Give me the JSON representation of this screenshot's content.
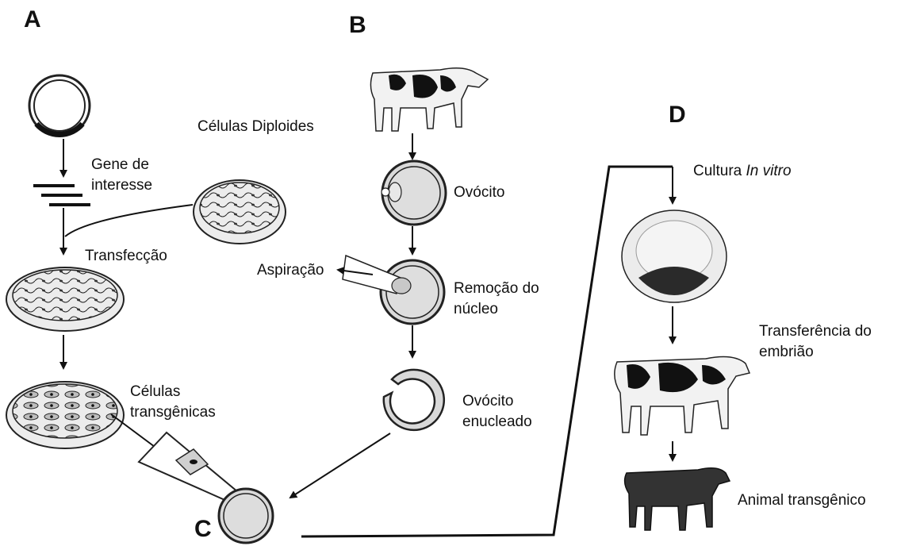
{
  "panels": {
    "a": "A",
    "b": "B",
    "c": "C",
    "d": "D"
  },
  "labels": {
    "celulas_diploides": "Células Diploides",
    "gene_de": "Gene de",
    "interesse": "interesse",
    "transfeccao": "Transfecção",
    "celulas": "Células",
    "transgenicas": "transgênicas",
    "ovocito": "Ovócito",
    "aspiracao": "Aspiração",
    "remocao_do": "Remoção do",
    "nucleo": "núcleo",
    "ovocito2": "Ovócito",
    "enucleado": "enucleado",
    "cultura": "Cultura ",
    "in_vitro": "In vitro",
    "transferencia_do": "Transferência do",
    "embriao": "embrião",
    "animal_transgenico": "Animal transgênico"
  },
  "colors": {
    "line": "#111111",
    "dish": "#e6e6e6",
    "cell_fill": "#d9d9d9",
    "dark_spot": "#1a1a1a"
  }
}
